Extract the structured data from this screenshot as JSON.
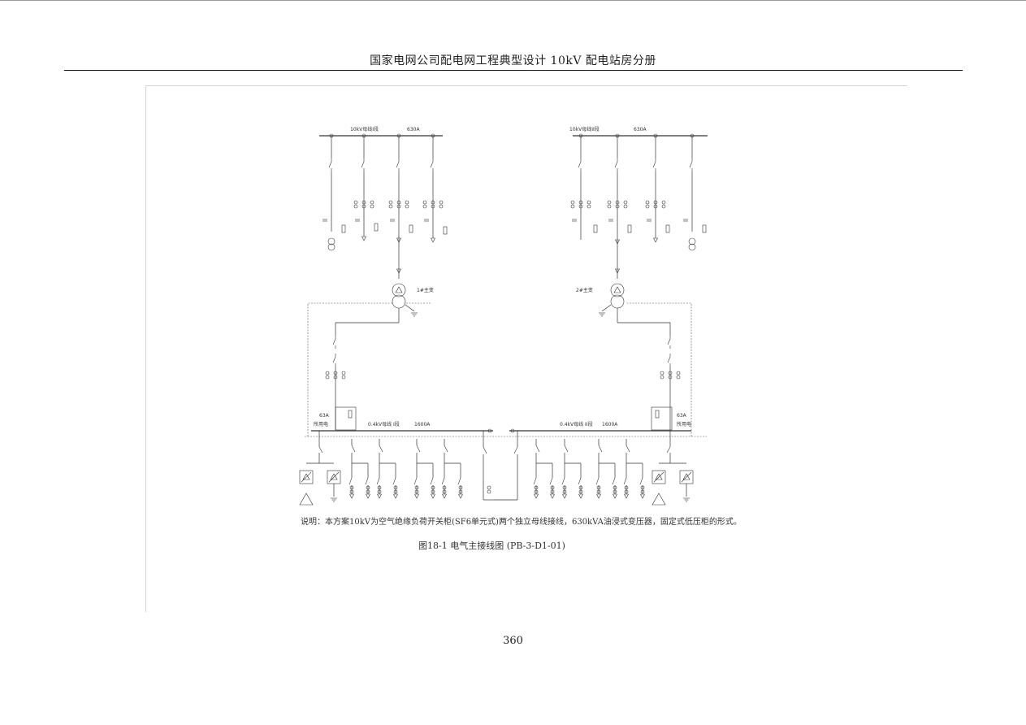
{
  "header": {
    "title": "国家电网公司配电网工程典型设计 10kV 配电站房分册"
  },
  "diagram": {
    "hv_bus_1": {
      "label": "10kV母线I段",
      "rating": "630A"
    },
    "hv_bus_2": {
      "label": "10kV母线II段",
      "rating": "630A"
    },
    "transformer_1": {
      "label": "1#主变"
    },
    "transformer_2": {
      "label": "2#主变"
    },
    "lv_bus_1": {
      "label": "0.4kV母线 I段",
      "rating": "1600A"
    },
    "lv_bus_2": {
      "label": "0.4kV母线 II段",
      "rating": "1600A"
    },
    "aux_left": {
      "rating": "63A",
      "label": "所用电"
    },
    "aux_right": {
      "rating": "63A",
      "label": "所用电"
    }
  },
  "note": {
    "text": "说明：本方案10kV为空气绝缘负荷开关柜(SF6单元式)两个独立母线接线，630kVA油浸式变压器，固定式低压柜的形式。"
  },
  "caption": {
    "text": "图18-1 电气主接线图 (PB-3-D1-01)"
  },
  "page": {
    "number": "360"
  }
}
